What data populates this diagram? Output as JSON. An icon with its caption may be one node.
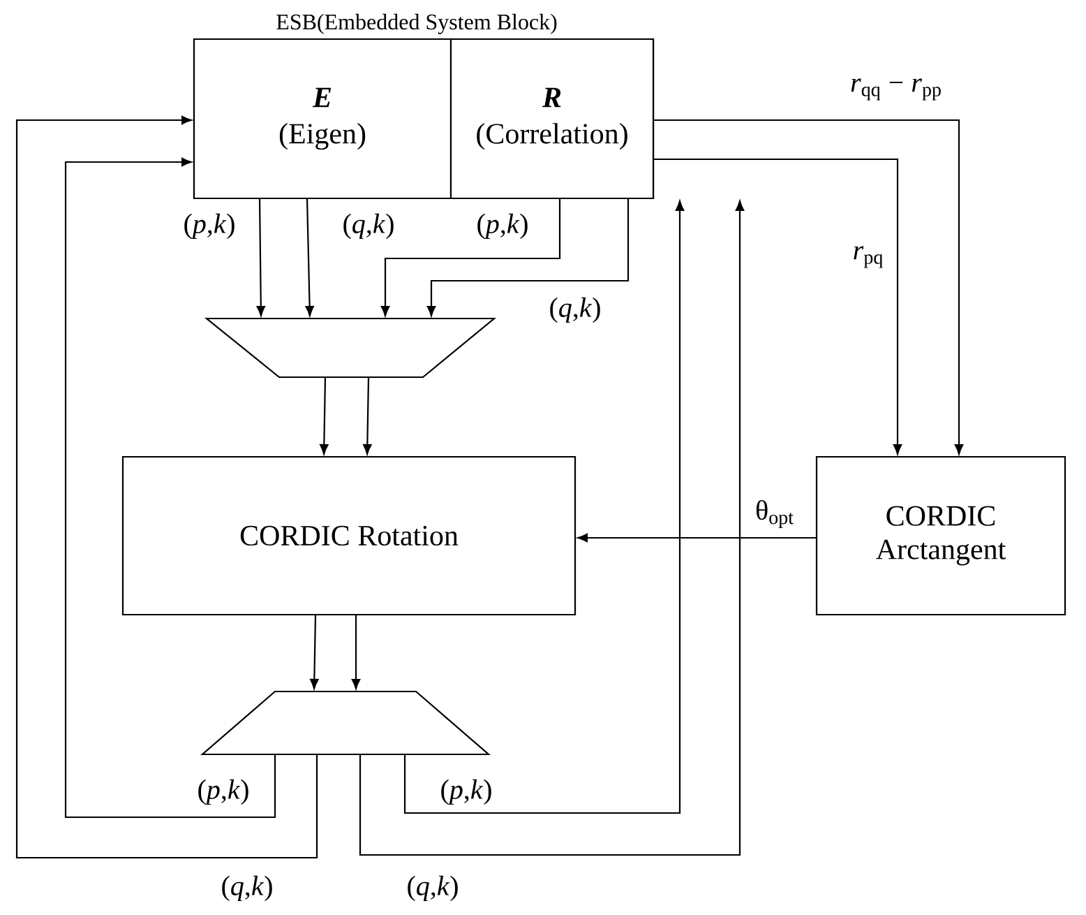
{
  "diagram": {
    "nodes": [
      {
        "text": [
          "ESB(Embedded System Block)"
        ]
      },
      {
        "text": [
          "E",
          "(Eigen)"
        ],
        "in": 0
      },
      {
        "text": [
          "R",
          "(Correlation)"
        ],
        "in": 0
      },
      {
        "text": [],
        "shape": "trapezoid"
      },
      {
        "text": [
          "CORDIC Rotation"
        ]
      },
      {
        "text": [
          "CORDIC Arctangent"
        ]
      },
      {
        "text": [],
        "shape": "trapezoid"
      }
    ],
    "edges": [
      {
        "from": 1,
        "to": 3,
        "arrow": "to",
        "label": "(*p*,*k*)"
      },
      {
        "from": 1,
        "to": 3,
        "arrow": "to",
        "label": "(*q*,*k*)"
      },
      {
        "from": 2,
        "to": 3,
        "arrow": "to",
        "label": "(*p*,*k*)"
      },
      {
        "from": 2,
        "to": 3,
        "arrow": "to",
        "label": "(*q*,*k*)"
      },
      {
        "from": 3,
        "to": 4,
        "arrow": "to"
      },
      {
        "from": 3,
        "to": 4,
        "arrow": "to"
      },
      {
        "from": 2,
        "to": 5,
        "arrow": "to",
        "label": "*r*$_{qq}$ − *r*$_{pp}$"
      },
      {
        "from": 2,
        "to": 5,
        "arrow": "to",
        "label": "*r*$_{pq}$"
      },
      {
        "from": 5,
        "to": 4,
        "arrow": "to",
        "label": "θ$_{opt}$"
      },
      {
        "from": 4,
        "to": 6,
        "arrow": "to"
      },
      {
        "from": 4,
        "to": 6,
        "arrow": "to"
      },
      {
        "from": 6,
        "to": 1,
        "arrow": "to",
        "label": "(*p*,*k*)"
      },
      {
        "from": 6,
        "to": 1,
        "arrow": "to",
        "label": "(*q*,*k*)"
      },
      {
        "from": 6,
        "to": 2,
        "arrow": "to",
        "label": "(*p*,*k*)"
      },
      {
        "from": 6,
        "to": 2,
        "arrow": "to",
        "label": "(*q*,*k*)"
      }
    ]
  }
}
